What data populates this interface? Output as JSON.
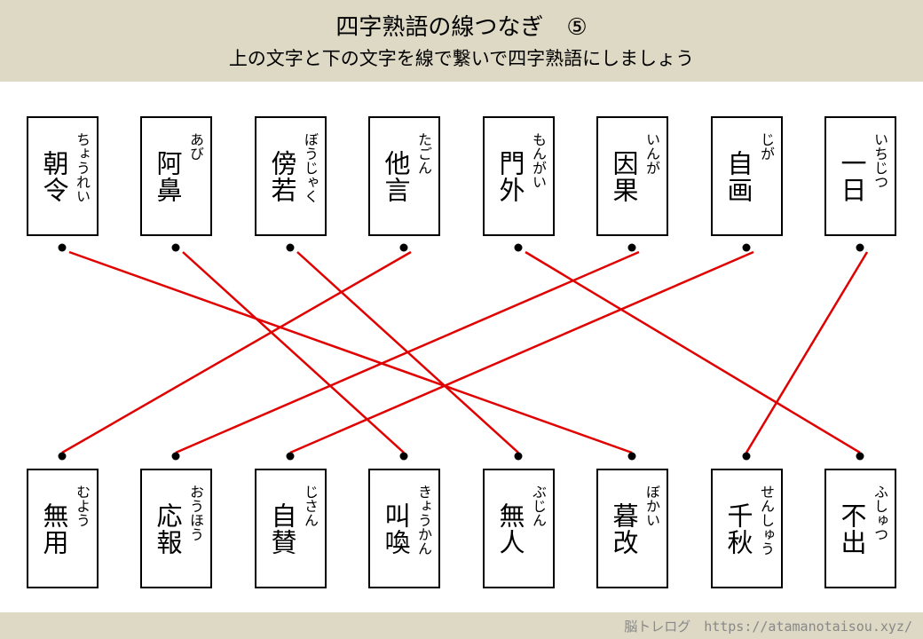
{
  "header": {
    "title": "四字熟語の線つなぎ　⑤",
    "subtitle": "上の文字と下の文字を線で繋いで四字熟語にしましょう"
  },
  "top": [
    {
      "kanji": "朝令",
      "kana": "ちょうれい"
    },
    {
      "kanji": "阿鼻",
      "kana": "あび"
    },
    {
      "kanji": "傍若",
      "kana": "ぼうじゃく"
    },
    {
      "kanji": "他言",
      "kana": "たごん"
    },
    {
      "kanji": "門外",
      "kana": "もんがい"
    },
    {
      "kanji": "因果",
      "kana": "いんが"
    },
    {
      "kanji": "自画",
      "kana": "じが"
    },
    {
      "kanji": "一日",
      "kana": "いちじつ"
    }
  ],
  "bottom": [
    {
      "kanji": "無用",
      "kana": "むよう"
    },
    {
      "kanji": "応報",
      "kana": "おうほう"
    },
    {
      "kanji": "自賛",
      "kana": "じさん"
    },
    {
      "kanji": "叫喚",
      "kana": "きょうかん"
    },
    {
      "kanji": "無人",
      "kana": "ぶじん"
    },
    {
      "kanji": "暮改",
      "kana": "ぼかい"
    },
    {
      "kanji": "千秋",
      "kana": "せんしゅう"
    },
    {
      "kanji": "不出",
      "kana": "ふしゅつ"
    }
  ],
  "connections": [
    [
      0,
      5
    ],
    [
      1,
      3
    ],
    [
      2,
      4
    ],
    [
      3,
      0
    ],
    [
      4,
      7
    ],
    [
      5,
      1
    ],
    [
      6,
      2
    ],
    [
      7,
      6
    ]
  ],
  "line_color": "#e00000",
  "footer": {
    "credit": "脳トレログ　https://atamanotaisou.xyz/"
  }
}
